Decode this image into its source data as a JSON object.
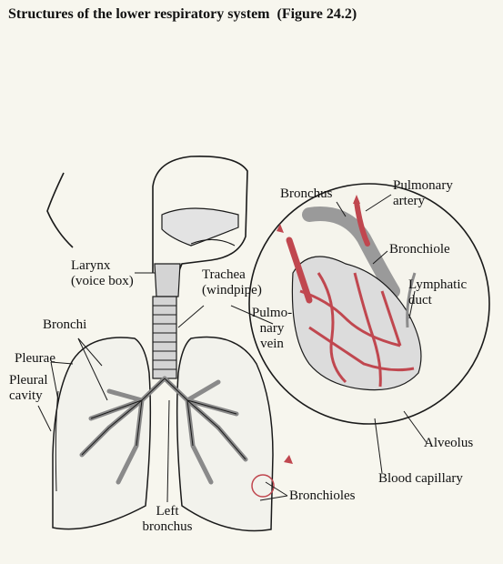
{
  "title": "Structures of the lower respiratory system",
  "figure_ref": "(Figure 24.2)",
  "labels": {
    "larynx": [
      "Larynx",
      "(voice box)"
    ],
    "trachea": [
      "Trachea",
      "(windpipe)"
    ],
    "bronchi": "Bronchi",
    "pleurae": "Pleurae",
    "pleural_cavity": [
      "Pleural",
      "cavity"
    ],
    "left_bronchus": [
      "Left",
      "bronchus"
    ],
    "bronchioles": "Bronchioles",
    "bronchus": "Bronchus",
    "pulmonary_artery": [
      "Pulmonary",
      "artery"
    ],
    "bronchiole": "Bronchiole",
    "lymphatic_duct": [
      "Lymphatic",
      "duct"
    ],
    "pulmonary_vein": [
      "Pulmo-",
      "nary",
      "vein"
    ],
    "alveolus": "Alveolus",
    "blood_capillary": "Blood capillary"
  },
  "colors": {
    "background": "#f7f6ee",
    "line": "#1a1a1a",
    "vessel": "#c0474f",
    "tissue": "#d7d7d7"
  }
}
